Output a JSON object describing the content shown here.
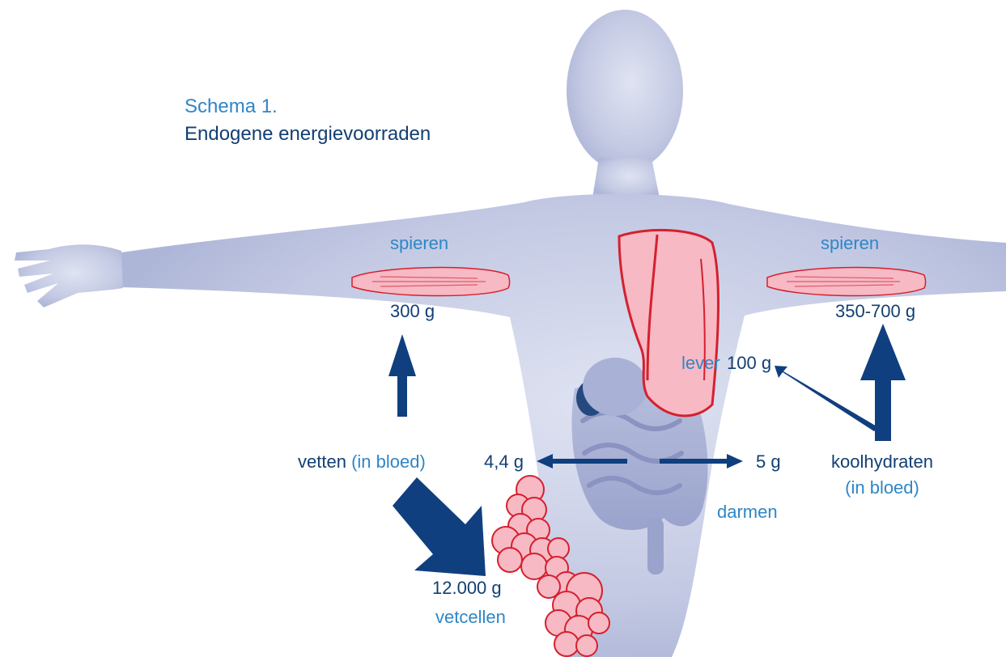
{
  "title": {
    "line1": "Schema 1.",
    "line2": "Endogene energievoorraden"
  },
  "labels": {
    "spieren_left": "spieren",
    "spieren_right": "spieren",
    "muscle_left_amount": "300 g",
    "muscle_right_amount": "350-700 g",
    "lever": "lever",
    "lever_amount": "100 g",
    "vetten": "vetten",
    "vetten_in_bloed": "(in bloed)",
    "gut_left_amount": "4,4 g",
    "gut_right_amount": "5 g",
    "koolhydraten": "koolhydraten",
    "koolhydraten_in_bloed": "(in bloed)",
    "darmen": "darmen",
    "fat_amount": "12.000 g",
    "vetcellen": "vetcellen"
  },
  "colors": {
    "body": "#c9cfe6",
    "organ": "#f7b9c4",
    "organ_outline": "#d5202e",
    "arrow": "#0f3f7f",
    "label_light": "#2f86c6",
    "label_dark": "#123f73"
  }
}
